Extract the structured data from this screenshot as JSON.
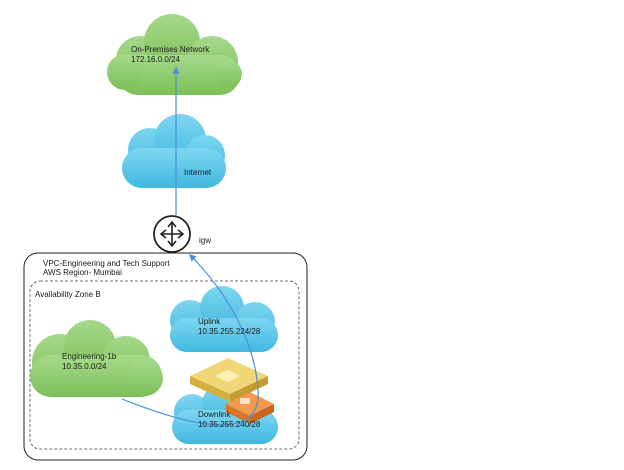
{
  "clouds": {
    "on_premises": {
      "name": "On-Premises Network",
      "cidr": "172.16.0.0/24"
    },
    "internet": {
      "name": "Internet"
    },
    "uplink": {
      "name": "Uplink",
      "cidr": "10.35.255.224/28"
    },
    "downlink": {
      "name": "Downlink",
      "cidr": "10.35.255.240/28"
    },
    "engineering": {
      "name": "Engineering-1b",
      "cidr": "10.35.0.0/24"
    }
  },
  "gateway": {
    "label": "igw"
  },
  "vpc": {
    "title": "VPC-Engineering and Tech Support",
    "region": "AWS Region- Mumbai"
  },
  "availability_zone": {
    "label": "Availability Zone B"
  },
  "colors": {
    "green_cloud": "#8dc96b",
    "blue_cloud": "#4fc3e6",
    "arrow": "#4a8fd8",
    "appliance_yellow": "#e9c85c",
    "appliance_orange": "#ee8a3e"
  }
}
